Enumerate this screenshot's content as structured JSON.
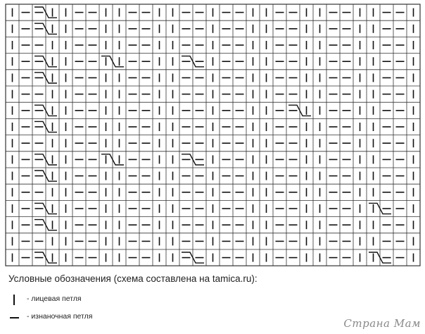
{
  "legend": {
    "title": "Условные обозначения (схема составлена на tamica.ru):",
    "items": [
      {
        "symbol": "knit",
        "label": "- лицевая петля"
      },
      {
        "symbol": "purl",
        "label": "- изнаночная петля"
      }
    ]
  },
  "watermark": "Страна Мам",
  "chart_data": {
    "type": "table",
    "columns": 31,
    "rows_visible": 16,
    "symbols": [
      "knit",
      "purl"
    ],
    "row_pattern": "K1 P2 K2 P2 K2 P2 K2 P2 K1 P2 K2 P2 K2 P2 K2 P2 K1",
    "cable_markers": [
      [
        2
      ],
      [
        2
      ],
      [],
      [
        2,
        7,
        13
      ],
      [
        2
      ],
      [],
      [
        2,
        21
      ],
      [
        2
      ],
      [],
      [
        2,
        7,
        13
      ],
      [
        2
      ],
      [],
      [
        2,
        27
      ],
      [
        2
      ],
      [],
      [
        2,
        13,
        27
      ]
    ],
    "colors": {
      "grid": "#333333",
      "symbol": "#111111",
      "background": "#ffffff"
    }
  }
}
